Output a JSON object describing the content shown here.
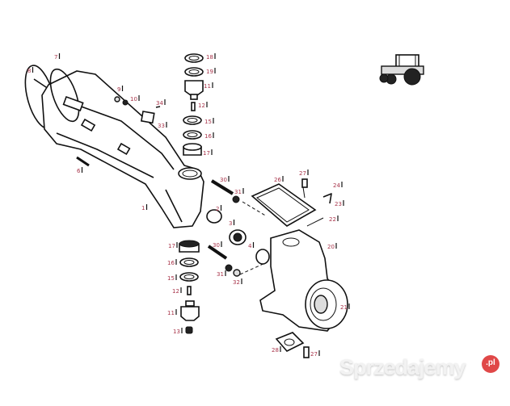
{
  "diagram": {
    "title": "Front axle housing exploded parts diagram",
    "label_color": "#a8344a",
    "callouts": [
      {
        "id": "c7",
        "text": "7"
      },
      {
        "id": "c8",
        "text": "8"
      },
      {
        "id": "c9",
        "text": "9"
      },
      {
        "id": "c10",
        "text": "10"
      },
      {
        "id": "c34",
        "text": "34"
      },
      {
        "id": "c33",
        "text": "33"
      },
      {
        "id": "c6",
        "text": "6"
      },
      {
        "id": "c1",
        "text": "1"
      },
      {
        "id": "c18",
        "text": "18"
      },
      {
        "id": "c19",
        "text": "19"
      },
      {
        "id": "c11a",
        "text": "11"
      },
      {
        "id": "c12a",
        "text": "12"
      },
      {
        "id": "c15a",
        "text": "15"
      },
      {
        "id": "c16a",
        "text": "16"
      },
      {
        "id": "c17a",
        "text": "17"
      },
      {
        "id": "c30a",
        "text": "30"
      },
      {
        "id": "c31a",
        "text": "31"
      },
      {
        "id": "c2",
        "text": "2"
      },
      {
        "id": "c3",
        "text": "3"
      },
      {
        "id": "c26",
        "text": "26"
      },
      {
        "id": "c27a",
        "text": "27"
      },
      {
        "id": "c24",
        "text": "24"
      },
      {
        "id": "c23",
        "text": "23"
      },
      {
        "id": "c22",
        "text": "22"
      },
      {
        "id": "c20",
        "text": "20"
      },
      {
        "id": "c4",
        "text": "4"
      },
      {
        "id": "c17b",
        "text": "17"
      },
      {
        "id": "c30b",
        "text": "30"
      },
      {
        "id": "c16b",
        "text": "16"
      },
      {
        "id": "c15b",
        "text": "15"
      },
      {
        "id": "c31b",
        "text": "31"
      },
      {
        "id": "c32",
        "text": "32"
      },
      {
        "id": "c12b",
        "text": "12"
      },
      {
        "id": "c11b",
        "text": "11"
      },
      {
        "id": "c13",
        "text": "13"
      },
      {
        "id": "c21",
        "text": "21"
      },
      {
        "id": "c28",
        "text": "28"
      },
      {
        "id": "c27b",
        "text": "27"
      }
    ]
  },
  "watermark": {
    "text": "Sprzedajemy",
    "badge": ".pl",
    "badge_color": "#e04848"
  }
}
